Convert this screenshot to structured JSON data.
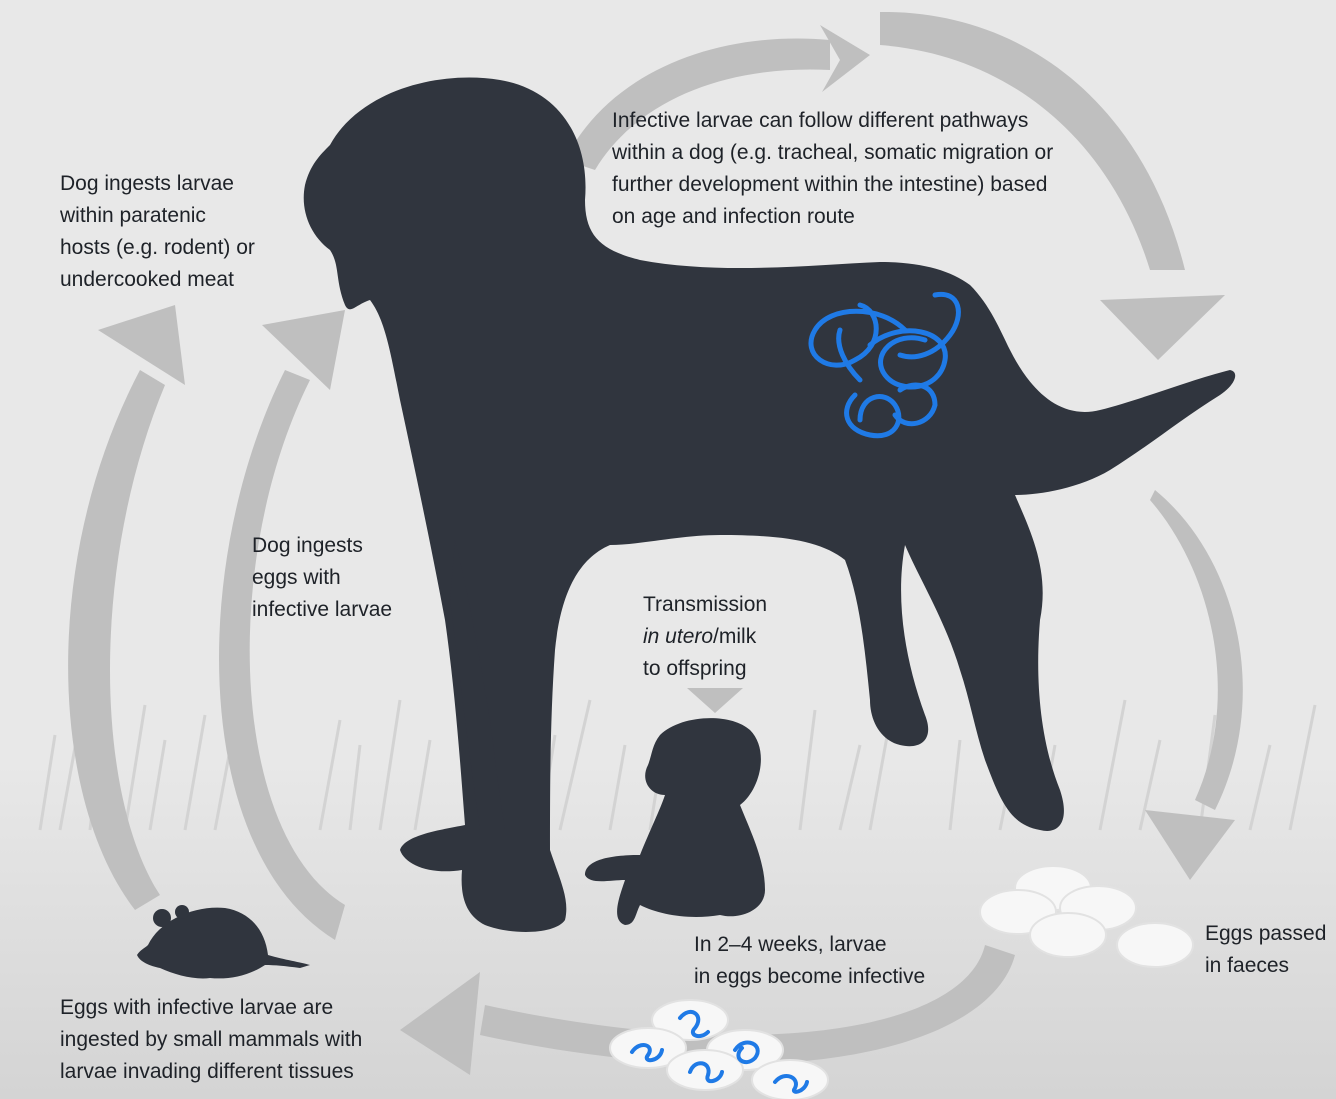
{
  "colors": {
    "background": "#e8e8e8",
    "ground": "#d9d9d9",
    "arrow": "#bfbfbf",
    "silhouette": "#30353e",
    "worm": "#1f7ae6",
    "egg": "#f7f7f7",
    "text": "#1e2228"
  },
  "labels": {
    "dog_ingests_larvae": "Dog ingests larvae\nwithin paratenic\nhosts (e.g. rodent) or\nundercooked meat",
    "larvae_pathways": "Infective larvae can follow different pathways\nwithin a dog (e.g. tracheal, somatic migration or\nfurther development within the intestine) based\non age and infection route",
    "dog_ingests_eggs": "Dog ingests\neggs with\ninfective larvae",
    "transmission_line1": "Transmission",
    "transmission_italic": "in utero",
    "transmission_line2_rest": "/milk",
    "transmission_line3": "to offspring",
    "eggs_become_infective": "In 2–4 weeks, larvae\nin eggs become infective",
    "eggs_passed": "Eggs passed\nin faeces",
    "small_mammals": "Eggs with infective larvae are\ningested by small mammals with\nlarvae invading different tissues"
  },
  "icons": {
    "adult_dog": "dog-silhouette-icon",
    "puppy": "puppy-silhouette-icon",
    "mouse": "mouse-silhouette-icon",
    "roundworms": "roundworm-icon",
    "eggs_unembryonated": "egg-cluster-icon",
    "eggs_embryonated": "embryonated-egg-cluster-icon"
  }
}
